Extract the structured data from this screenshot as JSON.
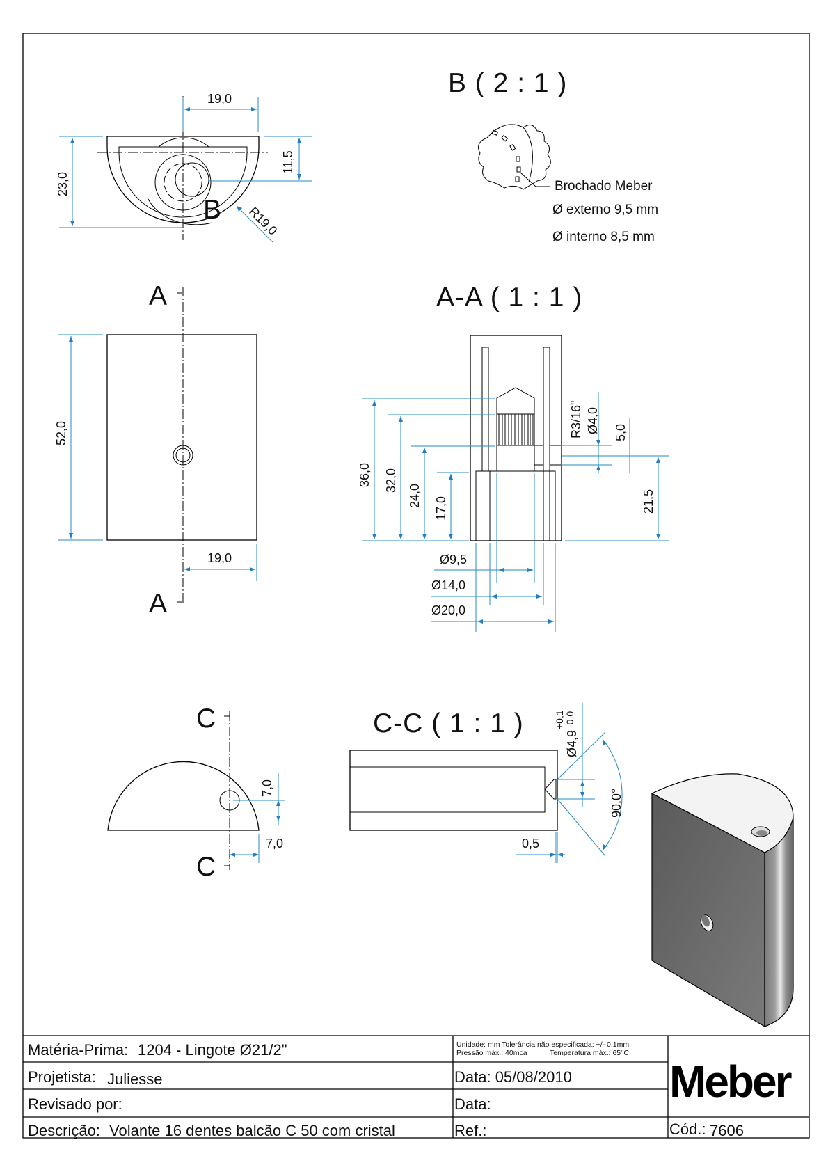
{
  "drawing": {
    "views": {
      "top": {
        "dims": {
          "width_half": "19,0",
          "height": "23,0",
          "offset": "11,5",
          "radius": "R19,0"
        },
        "detail_marker": "B"
      },
      "detail_b": {
        "title": "B  ( 2 : 1 )",
        "notes": [
          "Brochado Meber",
          "Ø externo 9,5 mm",
          "Ø interno 8,5 mm"
        ]
      },
      "front": {
        "section_marker": "A",
        "dims": {
          "height": "52,0",
          "width_half": "19,0"
        }
      },
      "section_aa": {
        "title": "A-A  ( 1 : 1 )",
        "dims": {
          "h36": "36,0",
          "h32": "32,0",
          "h24": "24,0",
          "h17": "17,0",
          "thread": "R3/16\"",
          "hole": "Ø4,0",
          "h5": "5,0",
          "h21_5": "21,5",
          "d9_5": "Ø9,5",
          "d14": "Ø14,0",
          "d20": "Ø20,0"
        }
      },
      "side_c": {
        "section_marker": "C",
        "dims": {
          "v7": "7,0",
          "h7": "7,0"
        }
      },
      "section_cc": {
        "title": "C-C  ( 1 : 1 )",
        "dims": {
          "hole": "Ø4,9",
          "tol_plus": "+0,1",
          "tol_minus": "-0,0",
          "angle": "90,0°",
          "depth": "0,5"
        }
      }
    },
    "colors": {
      "dimension": "#2a8bc0",
      "hatch": "#2e9a2e",
      "iso_face": "#6a6a6a"
    }
  },
  "title_block": {
    "materia_prima_label": "Matéria-Prima:",
    "materia_prima_value": "1204 - Lingote Ø21/2\"",
    "projetista_label": "Projetista:",
    "projetista_value": "Juliesse",
    "revisado_label": "Revisado por:",
    "descricao_label": "Descrição:",
    "descricao_value": "Volante 16 dentes balcão C 50 com cristal",
    "notes_line1": "Unidade: mm Tolerância não especificada: +/- 0,1mm",
    "notes_line2_a": "Pressão máx.: 40mca",
    "notes_line2_b": "Temperatura máx.: 65°C",
    "data1": "Data: 05/08/2010",
    "data2": "Data:",
    "ref": "Ref.:",
    "logo": "Meber",
    "codigo_label": "Cód.:",
    "codigo_value": "7606"
  }
}
